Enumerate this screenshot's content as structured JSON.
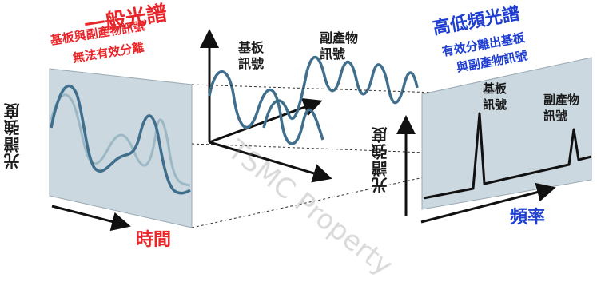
{
  "left": {
    "title": "一般光譜",
    "subtitle_line1": "基板與副產物訊號",
    "subtitle_line2": "無法有效分離",
    "y_label": "光譜強度",
    "x_label": "時間"
  },
  "middle": {
    "substrate_label_line1": "基板",
    "substrate_label_line2": "訊號",
    "byproduct_label_line1": "副產物",
    "byproduct_label_line2": "訊號"
  },
  "right": {
    "title": "高低頻光譜",
    "subtitle_line1": "有效分離出基板",
    "subtitle_line2": "與副產物訊號",
    "y_label": "光譜強度",
    "x_label": "頻率",
    "peak1_line1": "基板",
    "peak1_line2": "訊號",
    "peak2_line1": "副產物",
    "peak2_line2": "訊號"
  },
  "watermark": "TSMC Property",
  "colors": {
    "red": "#e8262a",
    "blue": "#1f3fd1",
    "panel": "#cbd8e0",
    "wave_dark": "#3f6f8c",
    "wave_light": "#9cb8c4"
  }
}
